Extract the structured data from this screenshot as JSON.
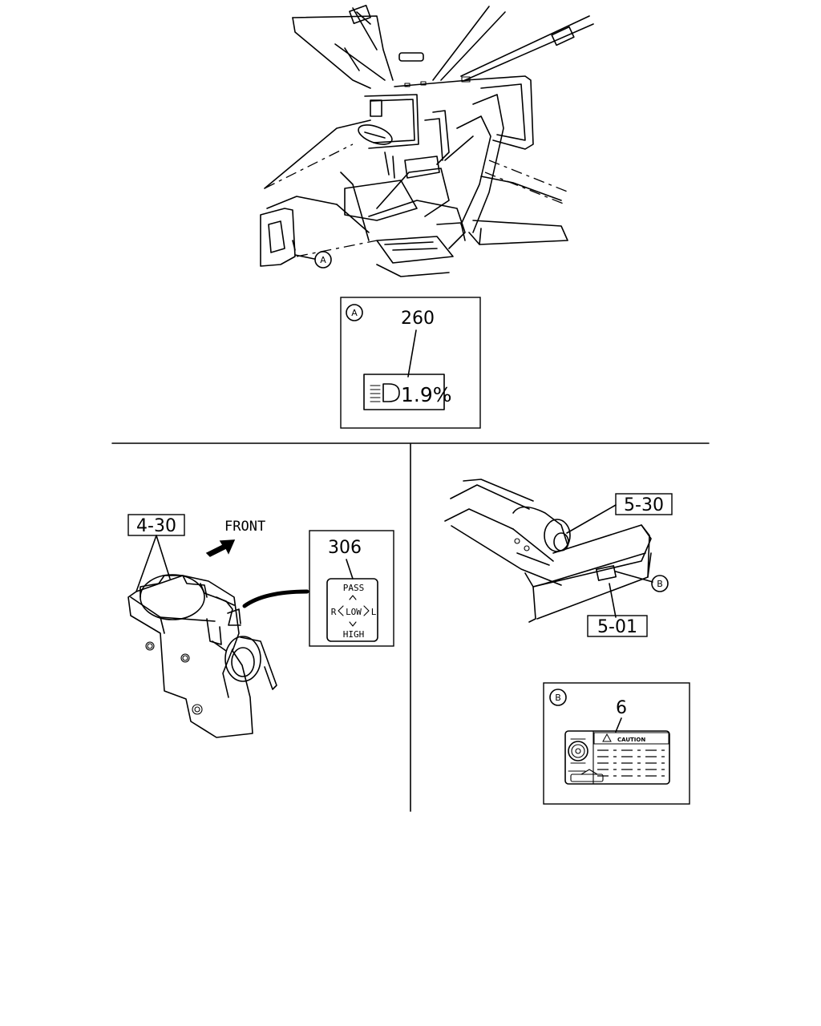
{
  "callouts": {
    "a": "A",
    "b": "B"
  },
  "detail_a": {
    "part_no": "260",
    "label_text": "1.9%"
  },
  "left_panel": {
    "part_ref": "4-30",
    "direction": "FRONT",
    "switch_label": {
      "part_no": "306",
      "top": "PASS",
      "left": "R",
      "center": "LOW",
      "right": "L",
      "bottom": "HIGH"
    }
  },
  "right_panel": {
    "part_ref_top": "5-30",
    "part_ref_bottom": "5-01"
  },
  "detail_b": {
    "part_no": "6",
    "caution": "CAUTION"
  }
}
